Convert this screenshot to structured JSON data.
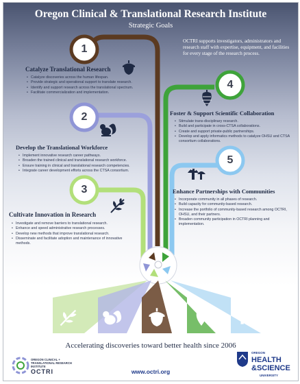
{
  "header": {
    "title": "Oregon Clinical & Translational Research Institute",
    "subtitle": "Strategic Goals",
    "intro": "OCTRI supports investigators, administrators and research staff with expertise, equipment, and facilities for every stage of the research process."
  },
  "goals": [
    {
      "number": "1",
      "title": "Catalyze Translational Research",
      "icon": "acorn-icon",
      "color": "#5b3a21",
      "bullets": [
        "Catalyze discoveries across the human lifespan.",
        "Provide strategic and operational support to translate research.",
        "Identify and support research across the translational spectrum.",
        "Facilitate commercialization and implementation."
      ]
    },
    {
      "number": "2",
      "title": "Develop the Translational Workforce",
      "icon": "squirrel-icon",
      "color": "#7f86cf",
      "bullets": [
        "Implement innovative research career pathways.",
        "Broaden the trained clinical and translational research workforce.",
        "Ensure training in clinical and translational research competencies.",
        "Integrate career development efforts across the CTSA consortium."
      ]
    },
    {
      "number": "3",
      "title": "Cultivate Innovation in Research",
      "icon": "leaf-branch-icon",
      "color": "#a8d86a",
      "bullets": [
        "Investigate and remove barriers to translational research.",
        "Enhance and speed administrative research processes.",
        "Develop new methods that improve translational research.",
        "Disseminate and facilitate adoption and maintenance of innovative methods."
      ]
    },
    {
      "number": "4",
      "title": "Foster & Support Scientific Collaboration",
      "icon": "pinecone-icon",
      "color": "#3ea33a",
      "bullets": [
        "Stimulate trans-disciplinary research.",
        "Build and participate in cross-CTSA collaborations.",
        "Create and support private-public partnerships.",
        "Develop and apply informatics methods to catalyze OHSU and CTSA consortium collaborations."
      ]
    },
    {
      "number": "5",
      "title": "Enhance Partnerships with Communities",
      "icon": "mushroom-icon",
      "color": "#8cc8f0",
      "bullets": [
        "Incorporate community in all phases of research.",
        "Build capacity for community-based research.",
        "Increase the portfolio of community-based research among OCTRI, OHSU, and their partners.",
        "Broaden community participation in OCTRI planning and implementation."
      ]
    }
  ],
  "footer": {
    "tagline": "Accelerating discoveries toward better health since 2006",
    "url": "www.octri.org",
    "octri_logo_line1": "OREGON CLINICAL + TRANSLATIONAL RESEARCH INSTITUTE",
    "octri_logo_line2": "OCTRI",
    "ohsu_line1": "OREGON",
    "ohsu_line2": "HEALTH",
    "ohsu_line3": "&SCIENCE",
    "ohsu_line4": "UNIVERSITY"
  }
}
